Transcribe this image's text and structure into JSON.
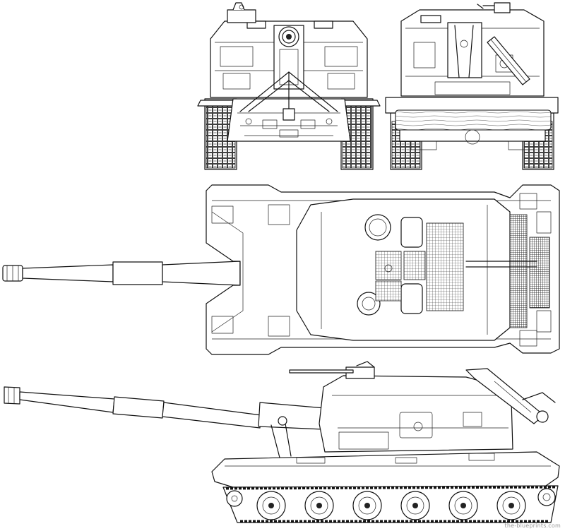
{
  "watermark": "the-blueprints.com",
  "views": [
    "front-view",
    "rear-view",
    "top-view",
    "side-view"
  ]
}
